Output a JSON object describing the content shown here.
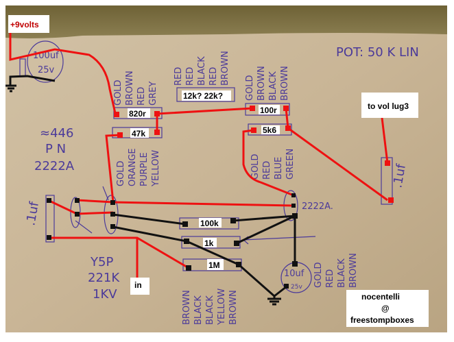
{
  "labels": {
    "supply": "+9volts",
    "r820": "820r",
    "r47k": "47k",
    "r12k": "12k? 22k?",
    "r100": "100r",
    "r5k6": "5k6",
    "vol": "to vol lug3",
    "r100k": "100k",
    "r1k": "1k",
    "r1m": "1M",
    "input": "in",
    "credit1": "nocentelli",
    "credit2": "@",
    "credit3": "freestompboxes"
  },
  "handwriting": {
    "pot": "POT: 50 K LIN",
    "cap100_1": "100uf",
    "cap100_2": "25v",
    "transistor_hfe": "≈446",
    "transistor_pn": "P  N",
    "transistor_left": "2222A",
    "transistor_right": "2222A.",
    "cap01_left": ".1uf",
    "cap01_right": ".1uf",
    "y5p_1": "Y5P",
    "y5p_2": "221K",
    "y5p_3": "1KV",
    "cap10_1": "10uf",
    "cap10_2": "25v",
    "bands_820": [
      "GOLD",
      "BROWN",
      "RED",
      "GREY"
    ],
    "bands_12k": [
      "RED",
      "RED",
      "BLACK",
      "RED",
      "BROWN"
    ],
    "bands_100": [
      "GOLD",
      "BROWN",
      "BLACK",
      "BROWN"
    ],
    "bands_47k": [
      "GOLD",
      "ORANGE",
      "PURPLE",
      "YELLOW"
    ],
    "bands_5k6": [
      "GOLD",
      "RED",
      "BLUE",
      "GREEN"
    ],
    "bands_1k": [
      "GOLD",
      "RED",
      "BLACK",
      "BROWN"
    ],
    "bands_1m": [
      "BROWN",
      "BLACK",
      "BLACK",
      "YELLOW",
      "BROWN"
    ]
  },
  "colors": {
    "wire_positive": "#ee1111",
    "wire_ground": "#111111",
    "ink": "#4b3a9a",
    "paper": "#cbb79a"
  }
}
